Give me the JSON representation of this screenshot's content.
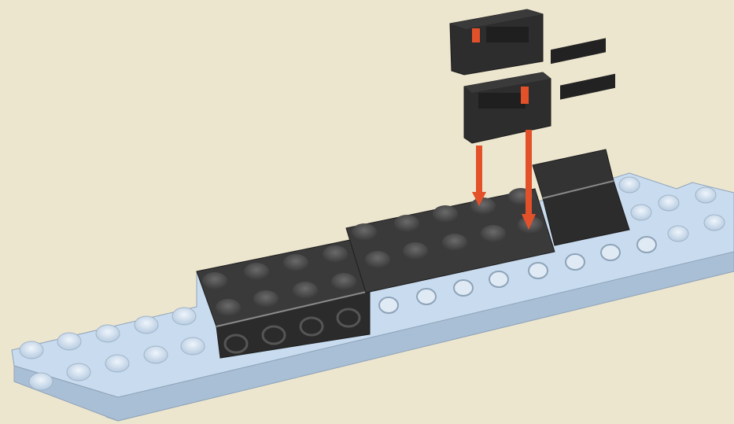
{
  "scene": {
    "background_color": "#ede6cf",
    "palette": {
      "light_bluish_gray": "#c9dcef",
      "light_bluish_gray_shadow": "#9fb4c9",
      "black_brick": "#2f2f2f",
      "black_brick_top": "#3d3d3d",
      "arrow": "#e2512a"
    },
    "parts": [
      {
        "name": "long-light-gray-plate",
        "color": "light_bluish_gray"
      },
      {
        "name": "black-brick-2x4-left",
        "color": "black"
      },
      {
        "name": "black-brick-2x4-center",
        "color": "black"
      },
      {
        "name": "black-brick-1x2-with-axle-hole-installed",
        "color": "black"
      },
      {
        "name": "black-brick-1x2-with-axle-hole-to-add",
        "color": "black"
      },
      {
        "name": "black-brick-1x2-with-axle-hole-to-add",
        "color": "black"
      }
    ],
    "arrows": [
      {
        "name": "placement-arrow-left",
        "color": "arrow"
      },
      {
        "name": "placement-arrow-right",
        "color": "arrow"
      }
    ]
  }
}
